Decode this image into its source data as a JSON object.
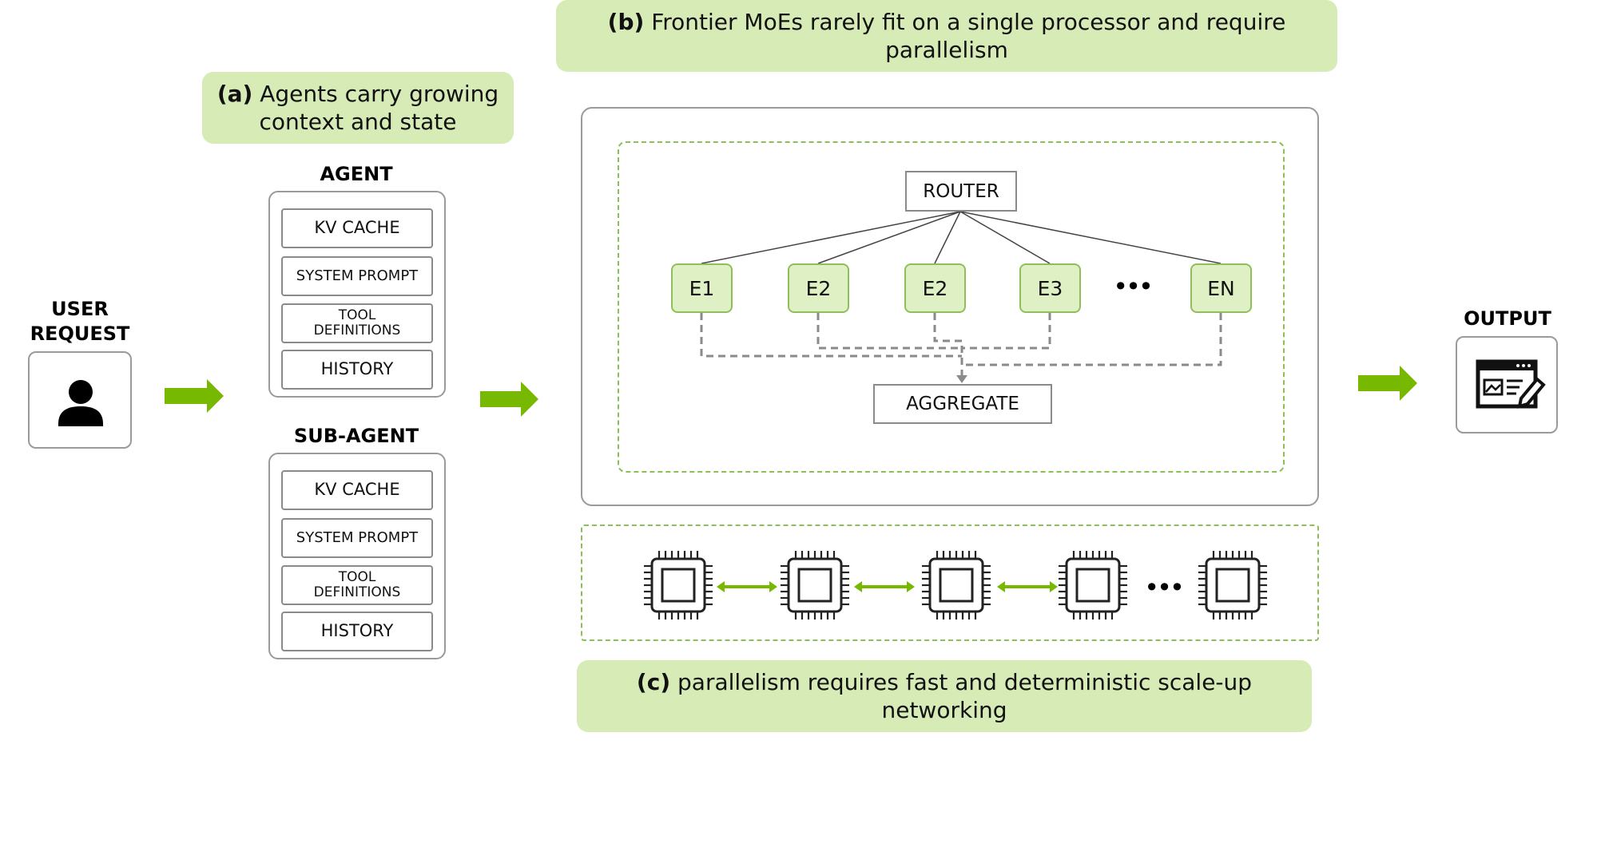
{
  "colors": {
    "accent_green": "#76b900",
    "label_bg": "#d6ebb5",
    "expert_bg": "#dff1c4",
    "dashed_green": "#8cbf55"
  },
  "label_a": {
    "prefix": "(a)",
    "text": "Agents carry growing context and state"
  },
  "label_b": {
    "prefix": "(b)",
    "text": "Frontier MoEs rarely fit on a single processor and require parallelism"
  },
  "label_c": {
    "prefix": "(c)",
    "text": "parallelism requires fast and deterministic scale-up networking"
  },
  "user_request": {
    "line1": "USER",
    "line2": "REQUEST",
    "icon": "person-icon"
  },
  "output": {
    "label": "OUTPUT",
    "icon": "document-edit-icon"
  },
  "agent": {
    "title": "AGENT",
    "items": [
      {
        "label": "KV CACHE"
      },
      {
        "label": "SYSTEM PROMPT"
      },
      {
        "label_line1": "TOOL",
        "label_line2": "DEFINITIONS"
      },
      {
        "label": "HISTORY"
      }
    ]
  },
  "sub_agent": {
    "title": "SUB-AGENT",
    "items": [
      {
        "label": "KV CACHE"
      },
      {
        "label": "SYSTEM PROMPT"
      },
      {
        "label_line1": "TOOL",
        "label_line2": "DEFINITIONS"
      },
      {
        "label": "HISTORY"
      }
    ]
  },
  "moe": {
    "router": "ROUTER",
    "aggregate": "AGGREGATE",
    "experts": [
      "E1",
      "E2",
      "E2",
      "E3",
      "EN"
    ],
    "ellipsis": "•••"
  },
  "processors": {
    "count_shown": 5,
    "ellipsis": "•••",
    "icon": "chip-icon"
  }
}
